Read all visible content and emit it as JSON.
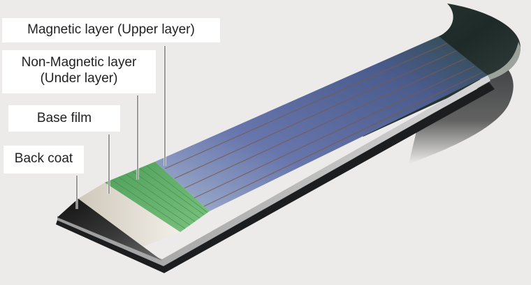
{
  "labels": {
    "magnetic_layer": "Magnetic layer (Upper layer)",
    "non_magnetic_line1": "Non-Magnetic layer",
    "non_magnetic_line2": "(Under layer)",
    "base_film": "Base film",
    "back_coat": "Back coat"
  },
  "colors": {
    "background": "#ecebea",
    "magnetic_layer": "#5f6fa6",
    "non_magnetic_layer": "#4fa55c",
    "base_film": "#e6e2d8",
    "back_coat": "#1a1a1a"
  }
}
